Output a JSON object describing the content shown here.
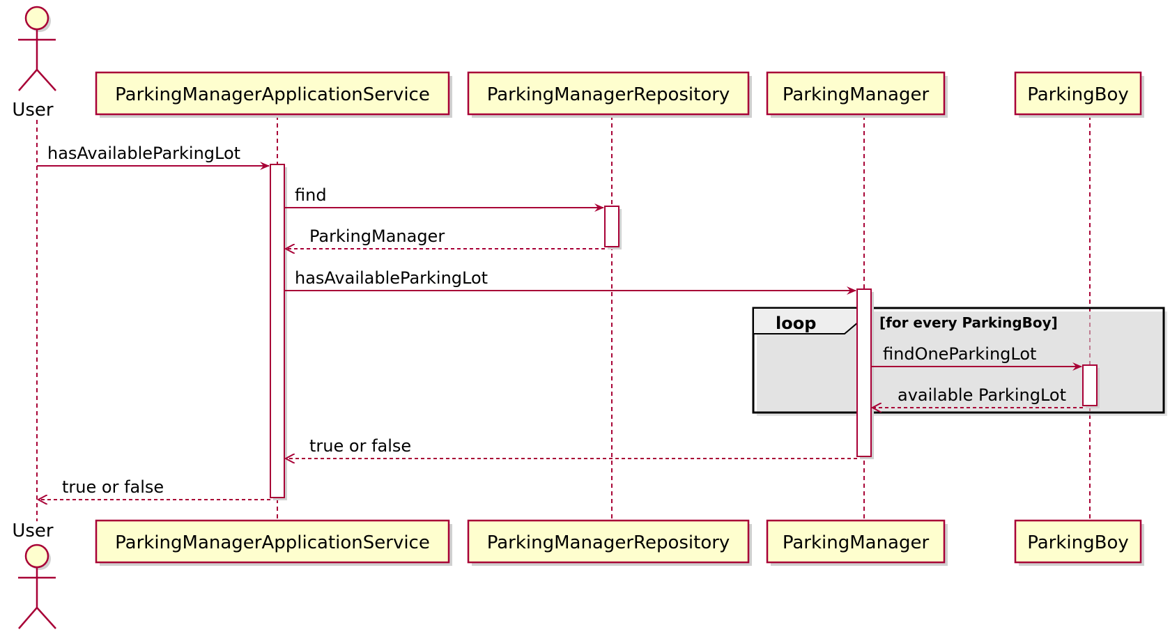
{
  "participants": [
    {
      "id": "user",
      "label": "User",
      "kind": "actor"
    },
    {
      "id": "app",
      "label": "ParkingManagerApplicationService",
      "kind": "participant"
    },
    {
      "id": "repo",
      "label": "ParkingManagerRepository",
      "kind": "participant"
    },
    {
      "id": "pm",
      "label": "ParkingManager",
      "kind": "participant"
    },
    {
      "id": "pb",
      "label": "ParkingBoy",
      "kind": "participant"
    }
  ],
  "messages": [
    {
      "from": "user",
      "to": "app",
      "label": "hasAvailableParkingLot",
      "style": "solid"
    },
    {
      "from": "app",
      "to": "repo",
      "label": "find",
      "style": "solid"
    },
    {
      "from": "repo",
      "to": "app",
      "label": "ParkingManager",
      "style": "dashed"
    },
    {
      "from": "app",
      "to": "pm",
      "label": "hasAvailableParkingLot",
      "style": "solid"
    },
    {
      "from": "pm",
      "to": "pb",
      "label": "findOneParkingLot",
      "style": "solid"
    },
    {
      "from": "pb",
      "to": "pm",
      "label": "available ParkingLot",
      "style": "dashed"
    },
    {
      "from": "pm",
      "to": "app",
      "label": "true or false",
      "style": "dashed"
    },
    {
      "from": "app",
      "to": "user",
      "label": "true or false",
      "style": "dashed"
    }
  ],
  "fragment": {
    "kind": "loop",
    "guard": "[for every ParkingBoy]"
  },
  "colors": {
    "line": "#A80036",
    "box_fill": "#FEFECE",
    "frame": "#000000",
    "frame_tab": "#EEEEEE",
    "shadow": "#D0D0D0"
  }
}
